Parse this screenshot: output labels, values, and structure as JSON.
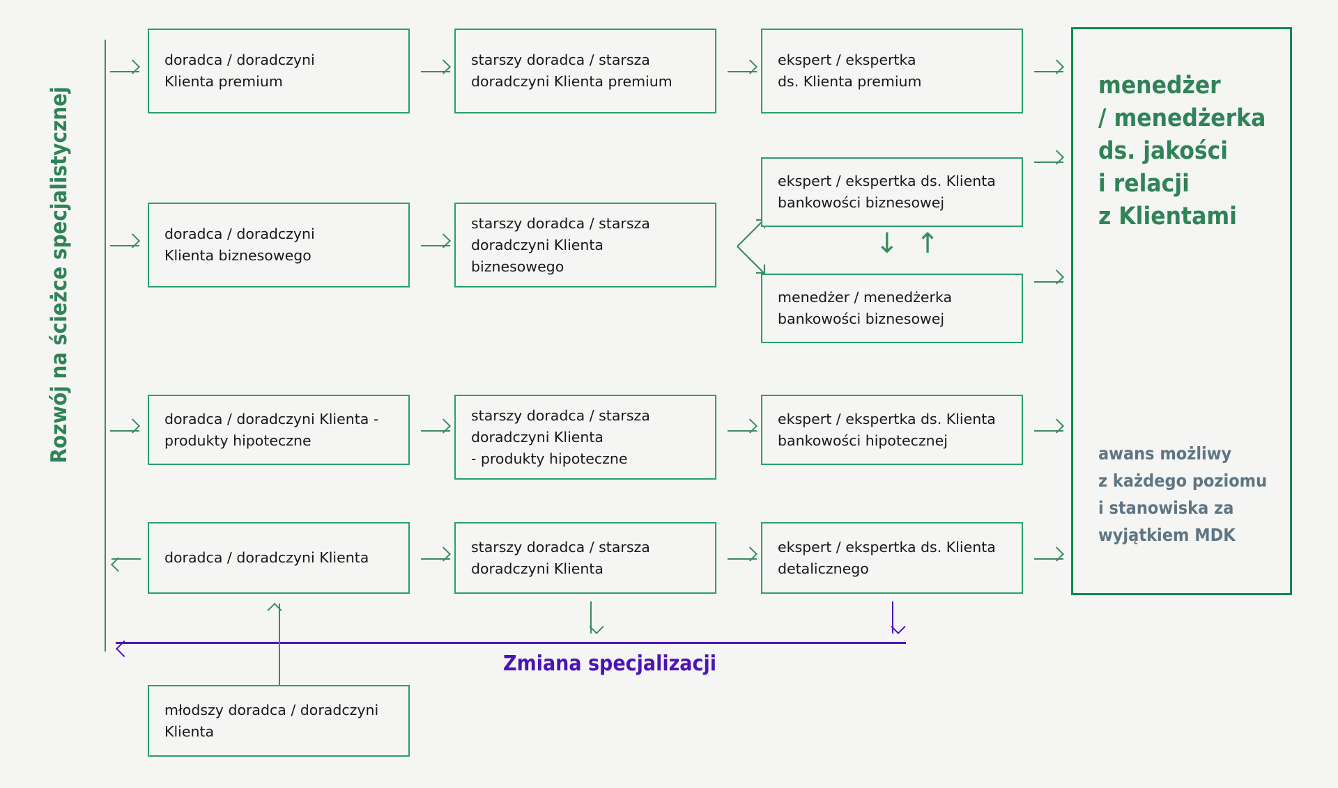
{
  "diagram": {
    "side_label": "Rozwój na ścieżce specjalistycznej",
    "change_label": "Zmiana specjalizacji",
    "colors": {
      "green": "#28a06a",
      "green_dark": "#2f8356",
      "arrow_green": "#3a8c5f",
      "purple": "#4b14b4",
      "note_gray": "#5e7582",
      "background": "#f5f5f4"
    }
  },
  "rows": [
    {
      "id": "premium",
      "level1": "doradca / doradczyni\nKlienta premium",
      "level2": "starszy doradca / starsza\ndoradczyni Klienta premium",
      "level3": "ekspert / ekspertka\nds. Klienta premium"
    },
    {
      "id": "biznesowy",
      "level1": "doradca / doradczyni\nKlienta biznesowego",
      "level2": "starszy doradca / starsza\ndoradczyni Klienta biznesowego",
      "level3a": "ekspert / ekspertka ds. Klienta\nbankowości biznesowej",
      "level3b": "menedżer / menedżerka\nbankowości biznesowej",
      "between_symbols": "↓ ↑"
    },
    {
      "id": "hipoteczne",
      "level1": "doradca / doradczyni Klienta -\nprodukty hipoteczne",
      "level2": "starszy doradca / starsza\ndoradczyni Klienta\n- produkty hipoteczne",
      "level3": "ekspert / ekspertka ds. Klienta\nbankowości hipotecznej"
    },
    {
      "id": "detaliczny",
      "level1": "doradca / doradczyni Klienta",
      "level2": "starszy doradca / starsza\ndoradczyni Klienta",
      "level3": "ekspert / ekspertka ds. Klienta\ndetalicznego"
    }
  ],
  "entry": {
    "label": "młodszy doradca / doradczyni\nKlienta"
  },
  "panel": {
    "title": "menedżer\n/ menedżerka\nds. jakości\ni relacji\nz Klientami",
    "note": "awans możliwy\nz każdego poziomu\ni stanowiska za\nwyjątkiem MDK"
  }
}
